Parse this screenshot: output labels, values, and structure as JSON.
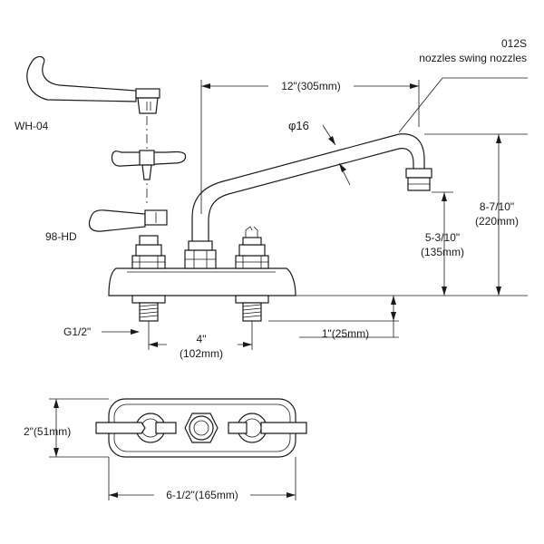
{
  "model": {
    "code": "012S",
    "spout_note": "nozzles swing nozzles"
  },
  "handles": {
    "wrist_blade": "WH-04",
    "lever": "98-HD"
  },
  "dimensions": {
    "spout_reach": "12\"(305mm)",
    "spout_diameter": "φ16",
    "overall_height_in": "8-7/10\"",
    "overall_height_mm": "(220mm)",
    "spout_height_in": "5-3/10\"",
    "spout_height_mm": "(135mm)",
    "inlet_thread": "G1/2\"",
    "center_spacing_in": "4\"",
    "center_spacing_mm": "(102mm)",
    "shank_length": "1\"(25mm)",
    "base_depth": "2\"(51mm)",
    "base_width": "6-1/2\"(165mm)"
  }
}
